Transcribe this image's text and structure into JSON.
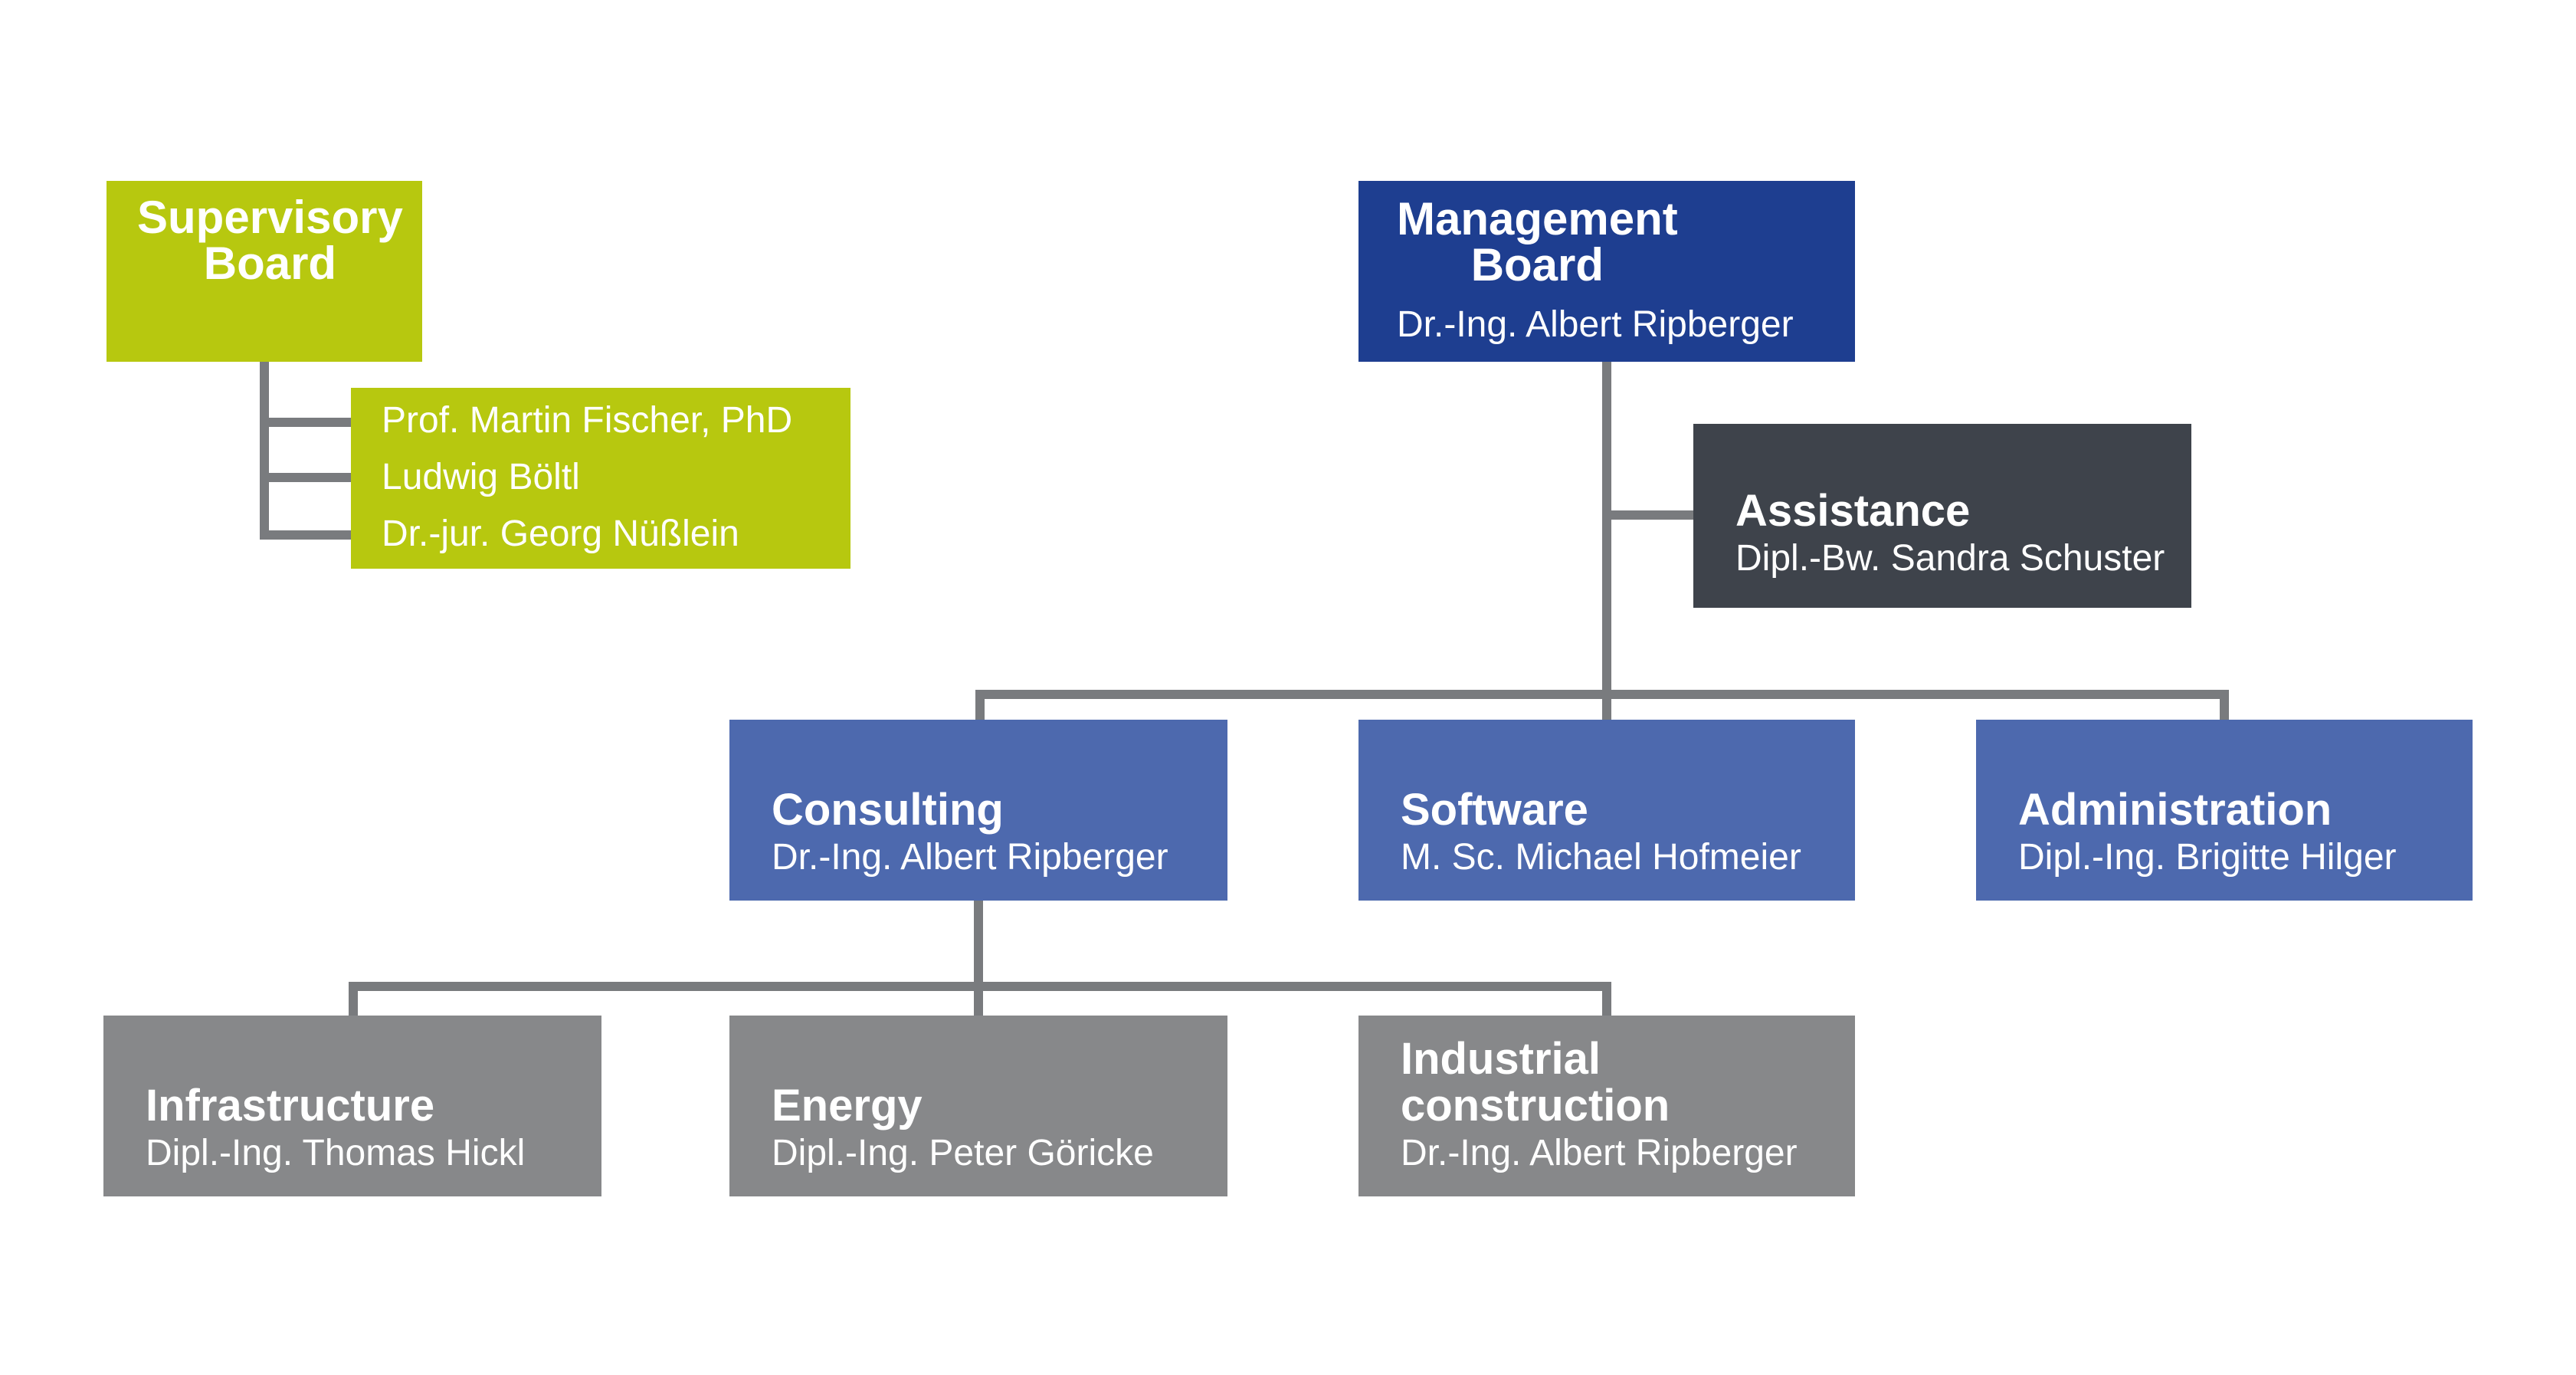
{
  "chart": {
    "supervisory_board": {
      "title": "Supervisory\nBoard",
      "members": [
        "Prof. Martin Fischer, PhD",
        "Ludwig Böltl",
        "Dr.-jur. Georg Nüßlein"
      ]
    },
    "management_board": {
      "title": "Management\nBoard",
      "name": "Dr.-Ing. Albert Ripberger"
    },
    "assistance": {
      "title": "Assistance",
      "name": "Dipl.-Bw. Sandra Schuster"
    },
    "departments": [
      {
        "title": "Consulting",
        "name": "Dr.-Ing. Albert Ripberger"
      },
      {
        "title": "Software",
        "name": "M. Sc. Michael Hofmeier"
      },
      {
        "title": "Administration",
        "name": "Dipl.-Ing. Brigitte Hilger"
      }
    ],
    "consulting_units": [
      {
        "title": "Infrastructure",
        "name": "Dipl.-Ing. Thomas Hickl"
      },
      {
        "title": "Energy",
        "name": "Dipl.-Ing. Peter Göricke"
      },
      {
        "title": "Industrial\nconstruction",
        "name": "Dr.-Ing. Albert Ripberger"
      }
    ]
  },
  "colors": {
    "supervisory_green": "#b7c80f",
    "management_blue": "#1e3e90",
    "department_blue": "#4d69ae",
    "assistance_slate": "#3e434b",
    "unit_gray": "#87888a",
    "connector_gray": "#797b7e",
    "text_white": "#ffffff",
    "background": "#ffffff"
  }
}
